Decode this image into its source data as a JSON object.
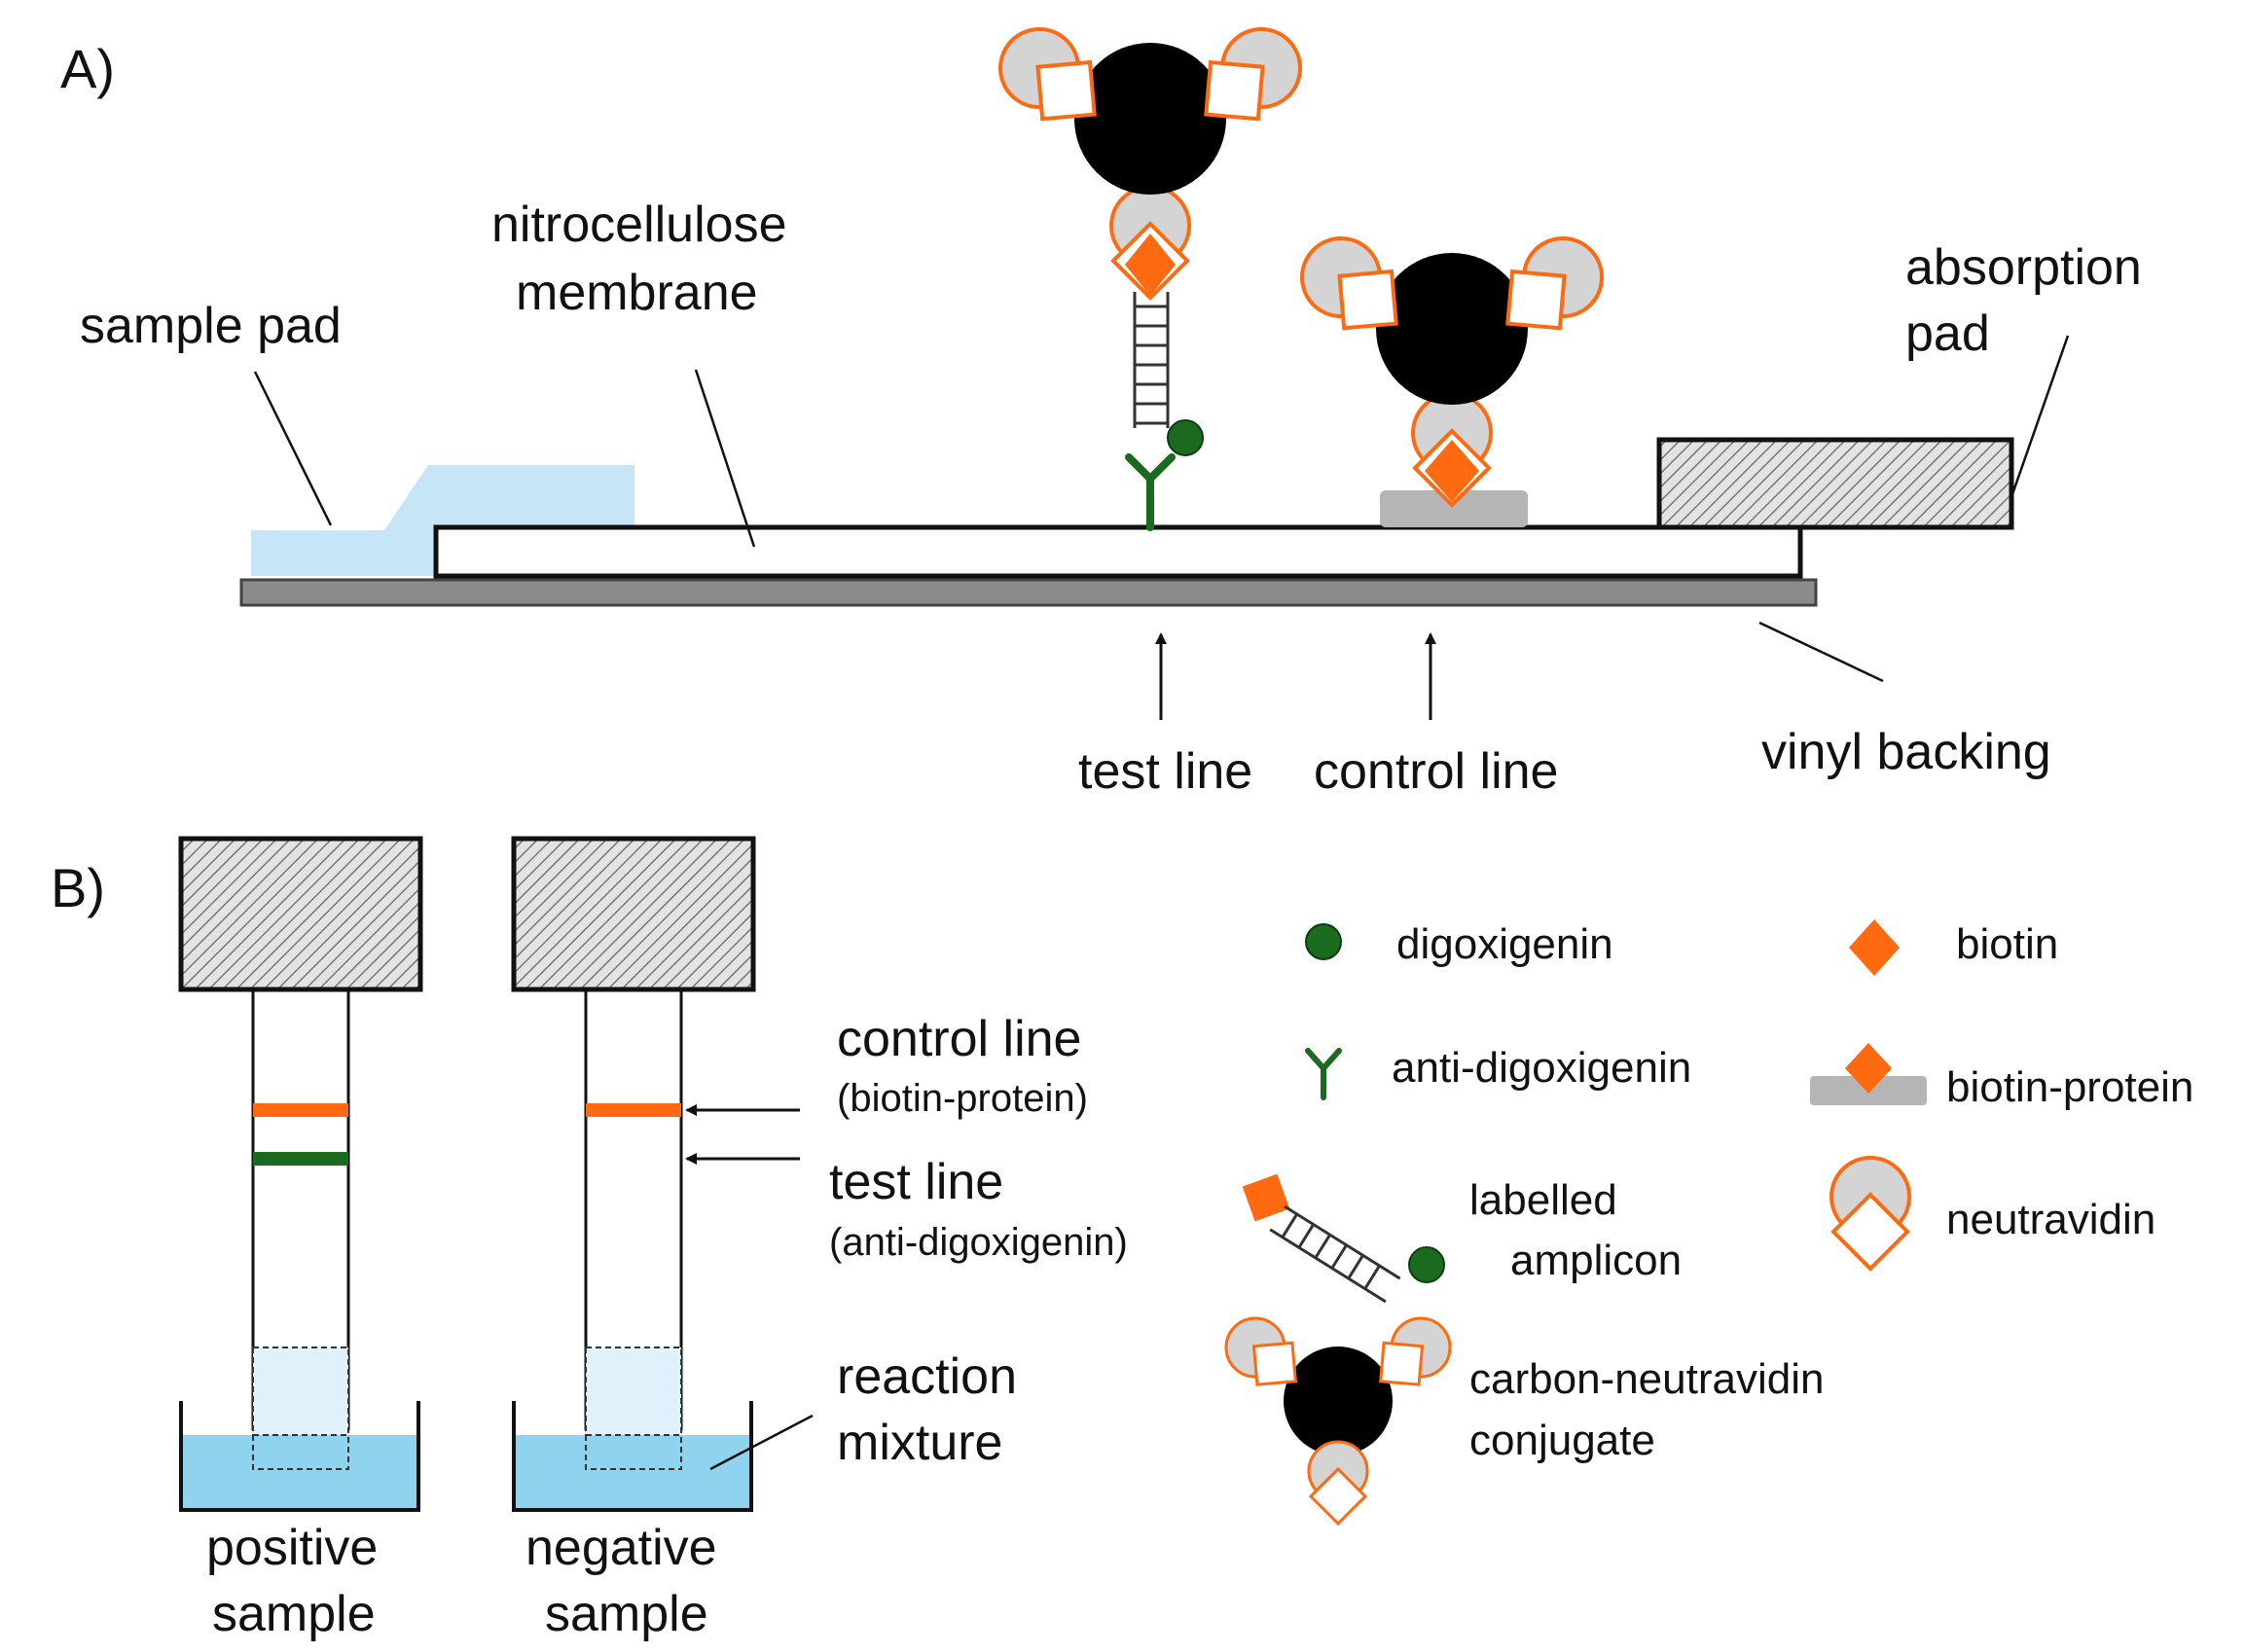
{
  "panel_a": {
    "label": "A)",
    "sample_pad": "sample pad",
    "membrane_line1": "nitrocellulose",
    "membrane_line2": "membrane",
    "absorption_line1": "absorption",
    "absorption_line2": "pad",
    "test_line": "test line",
    "control_line": "control line",
    "vinyl_backing": "vinyl backing"
  },
  "panel_b": {
    "label": "B)",
    "control_line": "control line",
    "control_sub": "(biotin-protein)",
    "test_line": "test line",
    "test_sub": "(anti-digoxigenin)",
    "reaction_line1": "reaction",
    "reaction_line2": "mixture",
    "positive_line1": "positive",
    "positive_line2": "sample",
    "negative_line1": "negative",
    "negative_line2": "sample"
  },
  "legend": {
    "digoxigenin": "digoxigenin",
    "biotin": "biotin",
    "anti_digoxigenin": "anti-digoxigenin",
    "biotin_protein": "biotin-protein",
    "labelled_line1": "labelled",
    "labelled_line2": "amplicon",
    "neutravidin": "neutravidin",
    "conjugate_line1": "carbon-neutravidin",
    "conjugate_line2": "conjugate"
  },
  "colors": {
    "orange": "#ff6a10",
    "green": "#1a6b1f",
    "sample_pad_blue": "#c6e6f7",
    "liquid_blue": "#8fd3ee",
    "backing_gray": "#8c8c8c",
    "protein_gray": "#b5b5b5"
  }
}
